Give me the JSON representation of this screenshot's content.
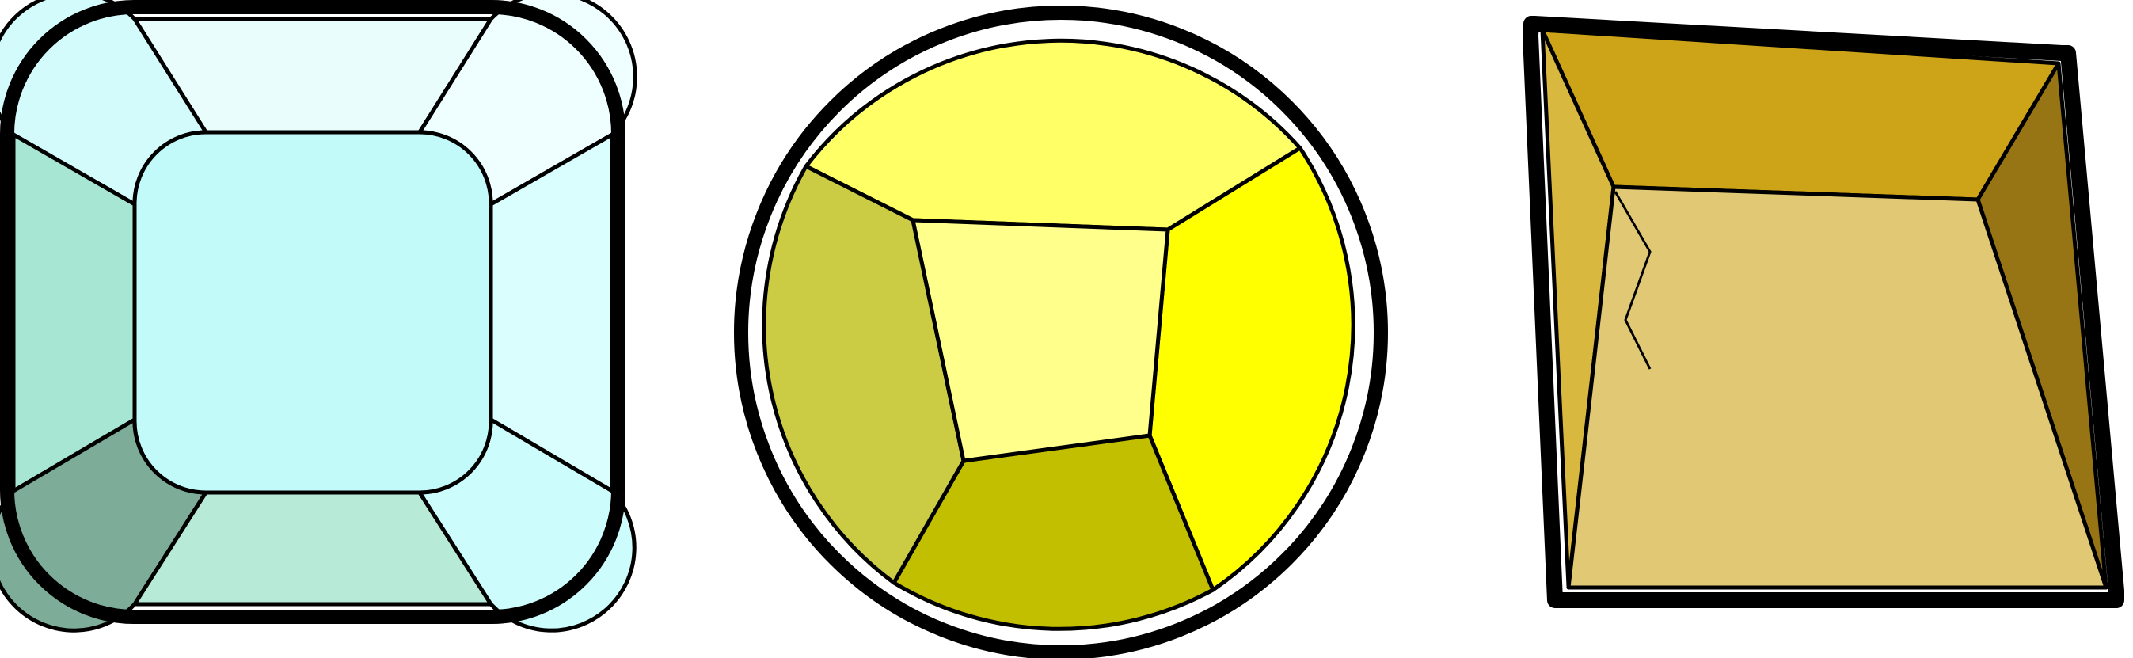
{
  "gems": [
    {
      "name": "square-cushion-gem",
      "colors": {
        "table": "#c2fafa",
        "top": "#eafdfd",
        "top_left_corner": "#d3fbfb",
        "top_right_corner": "#effefe",
        "left": "#a7e6d3",
        "right": "#dafdfd",
        "bottom_left_corner": "#7dac98",
        "bottom": "#b8ead8",
        "bottom_right_corner": "#ccfcfc"
      }
    },
    {
      "name": "round-yellow-gem",
      "colors": {
        "table": "#ffff8c",
        "top": "#ffff66",
        "right": "#ffff00",
        "bottom": "#c2be00",
        "left": "#cbcc44"
      }
    },
    {
      "name": "trapezoid-amber-gem",
      "colors": {
        "table": "#e0c874",
        "top": "#cda418",
        "left": "#d9b840",
        "right": "#977514"
      }
    }
  ]
}
